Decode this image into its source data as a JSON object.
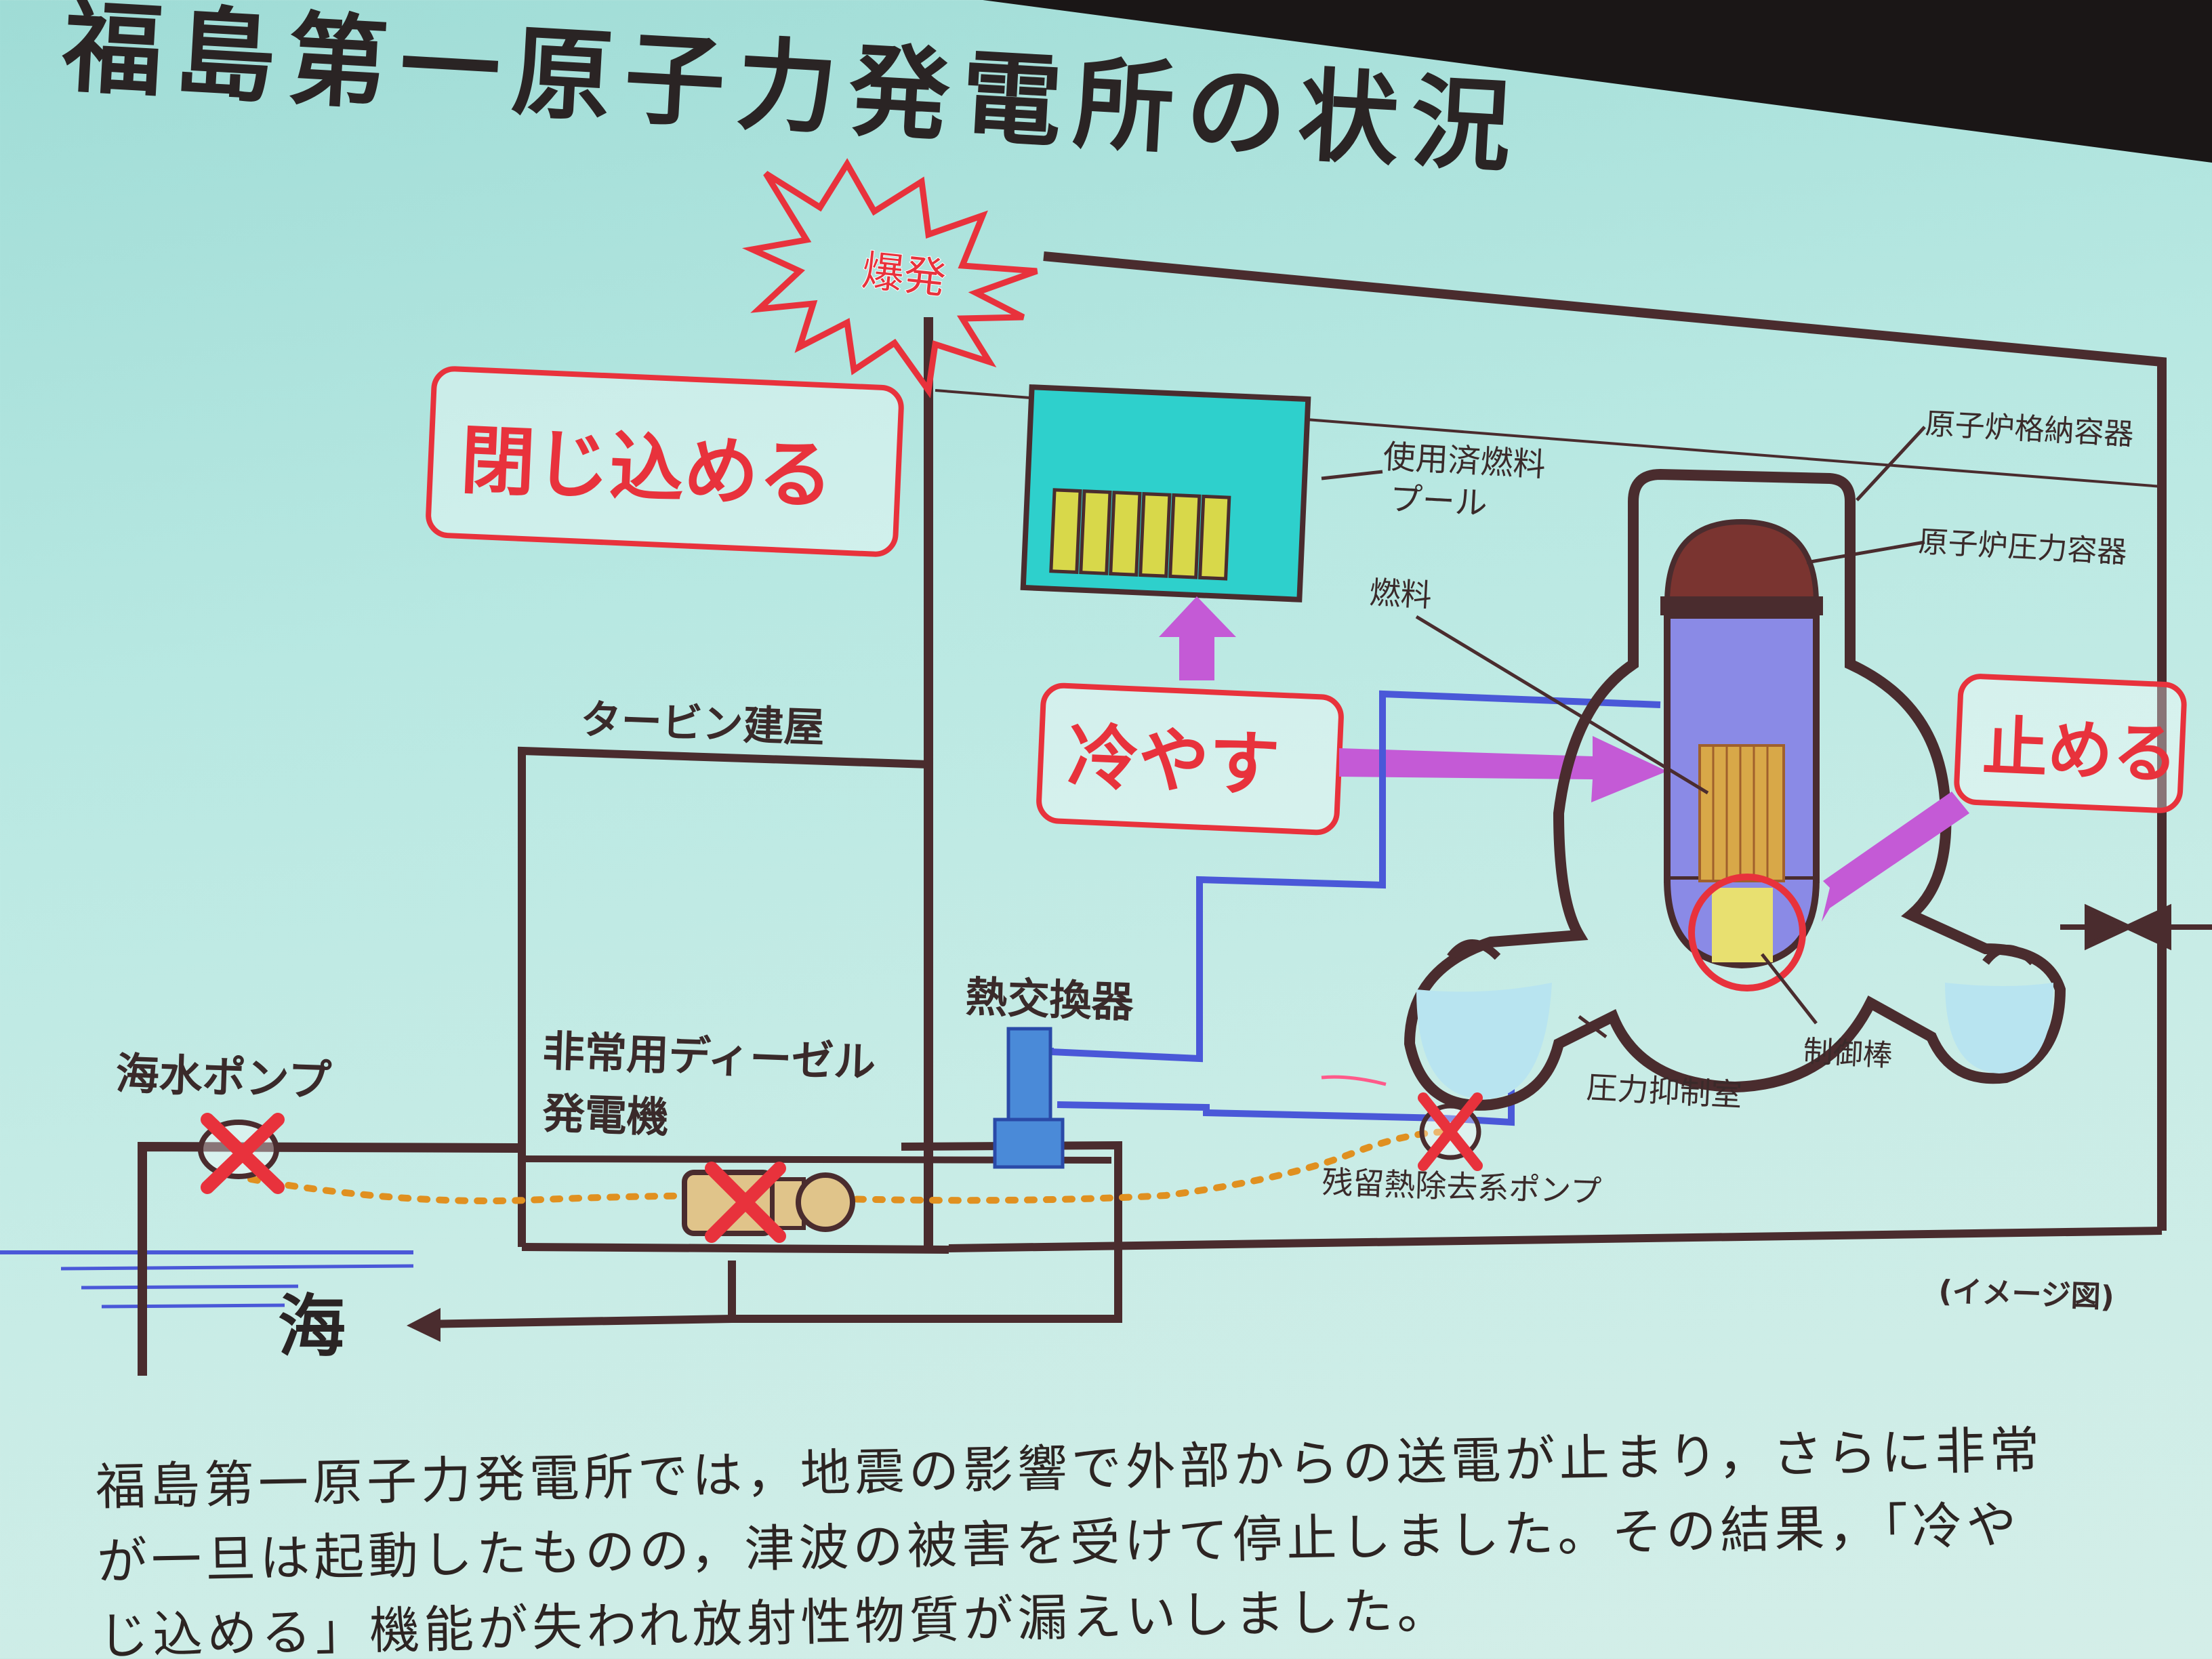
{
  "title": "福島第一原子力発電所の状況",
  "labels": {
    "explosion": "爆発",
    "contain": "閉じ込める",
    "cool": "冷やす",
    "stop": "止める",
    "spent_fuel_pool_1": "使用済燃料",
    "spent_fuel_pool_2": "プール",
    "fuel": "燃料",
    "containment_vessel": "原子炉格納容器",
    "pressure_vessel": "原子炉圧力容器",
    "turbine_building": "タービン建屋",
    "heat_exchanger": "熱交換器",
    "seawater_pump": "海水ポンプ",
    "diesel_generator_1": "非常用ディーゼル",
    "diesel_generator_2": "発電機",
    "sea": "海",
    "control_rod": "制御棒",
    "suppression_chamber": "圧力抑制室",
    "rhr_pump": "残留熱除去系ポンプ",
    "image_note": "(イメージ図)"
  },
  "caption": {
    "line1": "福島第一原子力発電所では，地震の影響で外部からの送電が止まり，さらに非常",
    "line2": "が一旦は起動したものの，津波の被害を受けて停止しました。その結果，「冷や",
    "line3": "じ込める」機能が失われ放射性物質が漏えいしました。"
  },
  "colors": {
    "structure": "#4a2c2e",
    "accent_red": "#e8323c",
    "cooling_blue": "#4a58d8",
    "arrow_purple": "#c45ad6",
    "fuel_yellow": "#d8d84a",
    "pool_cyan": "#2ed0cc",
    "path_orange": "#e09020"
  }
}
